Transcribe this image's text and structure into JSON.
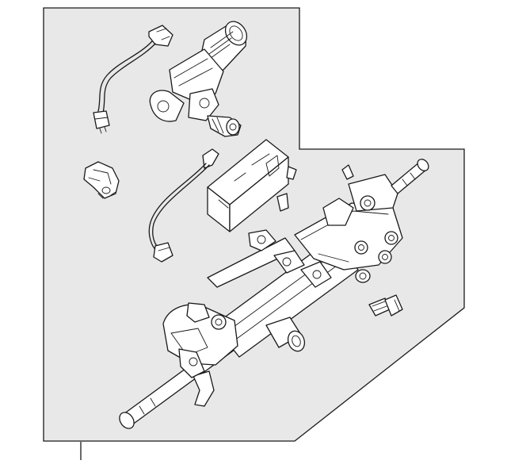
{
  "diagram": {
    "panel_background": "#e8e8e8",
    "line_color": "#1a1a1a",
    "parts": [
      {
        "name": "ignition-wire-harness",
        "icon": "wire-connector-icon"
      },
      {
        "name": "ignition-lock-housing",
        "icon": "lock-cylinder-icon"
      },
      {
        "name": "small-bracket",
        "icon": "bracket-icon"
      },
      {
        "name": "sensor-wire",
        "icon": "wire-connector-icon"
      },
      {
        "name": "control-module",
        "icon": "module-icon"
      },
      {
        "name": "steering-column-assembly",
        "icon": "steering-column-icon"
      },
      {
        "name": "mounting-bolt",
        "icon": "bolt-icon"
      }
    ]
  }
}
